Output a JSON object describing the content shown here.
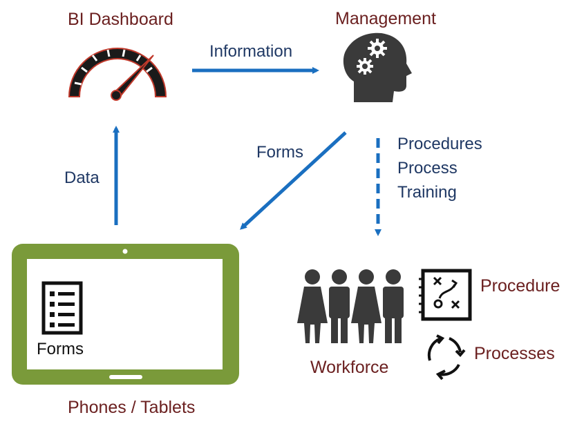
{
  "nodes": {
    "dashboard": "BI Dashboard",
    "management": "Management",
    "tablet": "Phones / Tablets",
    "tablet_content": "Forms",
    "workforce": "Workforce",
    "procedure": "Procedure",
    "processes": "Processes"
  },
  "edges": {
    "information": "Information",
    "forms": "Forms",
    "data": "Data",
    "procedures_list": [
      "Procedures",
      "Process",
      "Training"
    ]
  },
  "colors": {
    "arrow": "#1a6fc0",
    "node_label": "#6b2020",
    "edge_label": "#1f3864",
    "tablet_frame": "#7a9a3a",
    "icon": "#3a3a3a"
  },
  "icons": [
    "speedometer-icon",
    "head-gears-icon",
    "tablet-icon",
    "form-list-icon",
    "people-icon",
    "strategy-board-icon",
    "cycle-arrows-icon"
  ]
}
